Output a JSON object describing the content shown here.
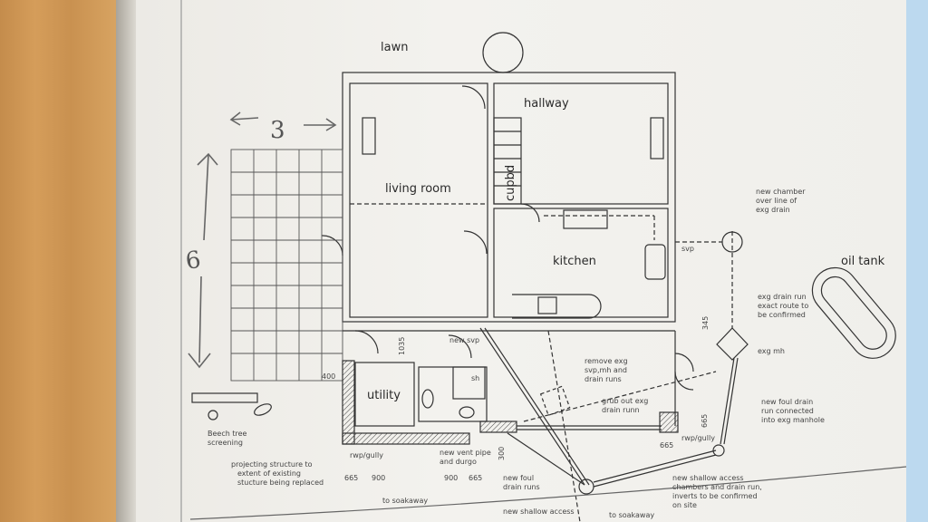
{
  "rooms": {
    "lawn": "lawn",
    "hallway": "hallway",
    "living_room": "living room",
    "cupbd": "cupbd",
    "kitchen": "kitchen",
    "utility": "utility",
    "oil_tank": "oil tank",
    "sh": "sh"
  },
  "handwritten": {
    "width": "3",
    "length": "6"
  },
  "notes": {
    "svp": "svp",
    "new_svp": "new svp",
    "new_chamber": [
      "new chamber",
      "over line of",
      "exg drain"
    ],
    "exg_drain_run": [
      "exg drain run",
      "exact route to",
      "be confirmed"
    ],
    "exg_mh": "exg mh",
    "new_foul_drain_connected": [
      "new foul drain",
      "run connected",
      "into exg manhole"
    ],
    "remove_exg": [
      "remove exg",
      "svp,mh and",
      "drain runs"
    ],
    "grub_out": [
      "grub out exg",
      "drain runn"
    ],
    "beech": [
      "Beech tree",
      "screening"
    ],
    "projecting": [
      "projecting structure to",
      "extent of existing",
      "stucture being replaced"
    ],
    "rwp_gully_left": "rwp/gully",
    "rwp_gully_right": "rwp/gully",
    "new_vent": [
      "new vent pipe",
      "and durgo"
    ],
    "new_foul_runs": [
      "new foul",
      "drain runs"
    ],
    "to_soakaway_left": "to soakaway",
    "to_soakaway_right": "to soakaway",
    "new_shallow_bottom": "new shallow access",
    "new_shallow_right": [
      "new shallow access",
      "chambers and drain run,",
      "inverts to be confirmed",
      "on site"
    ]
  },
  "dimensions": {
    "d400": "400",
    "d1035": "1035",
    "d345": "345",
    "d665_right_v": "665",
    "d665_right_h": "665",
    "d300": "300",
    "d665_a": "665",
    "d900_a": "900",
    "d900_b": "900",
    "d665_b": "665"
  }
}
